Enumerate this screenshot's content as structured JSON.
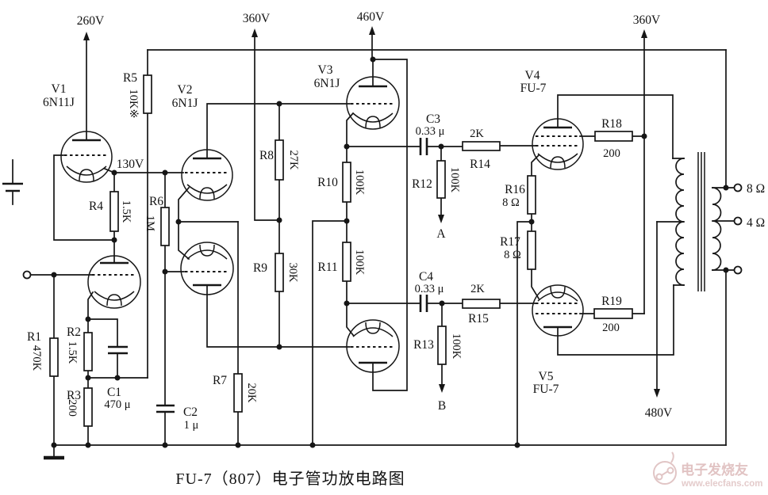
{
  "title": "FU-7（807）电子管功放电路图",
  "watermark": {
    "brand": "电子发烧友",
    "site": "www.elecfans.com"
  },
  "supplies": {
    "b260": "260V",
    "b360_left": "360V",
    "b460": "460V",
    "b360_right": "360V",
    "b480": "480V"
  },
  "node_labels": {
    "v1_cathode": "130V",
    "test_a": "A",
    "test_b": "B"
  },
  "output_taps": {
    "tap8": "8 Ω",
    "tap4": "4 Ω"
  },
  "tubes": {
    "v1": {
      "id": "V1",
      "model": "6N11J"
    },
    "v2": {
      "id": "V2",
      "model": "6N1J"
    },
    "v3": {
      "id": "V3",
      "model": "6N1J"
    },
    "v4": {
      "id": "V4",
      "model": "FU-7"
    },
    "v5": {
      "id": "V5",
      "model": "FU-7"
    }
  },
  "resistors": {
    "r1": {
      "id": "R1",
      "value": "470K"
    },
    "r2": {
      "id": "R2",
      "value": "1.5K"
    },
    "r3": {
      "id": "R3",
      "value": "200"
    },
    "r4": {
      "id": "R4",
      "value": "1.5K"
    },
    "r5": {
      "id": "R5",
      "value": "10K※"
    },
    "r6": {
      "id": "R6",
      "value": "1M"
    },
    "r7": {
      "id": "R7",
      "value": "20K"
    },
    "r8": {
      "id": "R8",
      "value": "27K"
    },
    "r9": {
      "id": "R9",
      "value": "30K"
    },
    "r10": {
      "id": "R10",
      "value": "100K"
    },
    "r11": {
      "id": "R11",
      "value": "100K"
    },
    "r12": {
      "id": "R12",
      "value": "100K"
    },
    "r13": {
      "id": "R13",
      "value": "100K"
    },
    "r14": {
      "id": "R14",
      "value": "2K"
    },
    "r15": {
      "id": "R15",
      "value": "2K"
    },
    "r16": {
      "id": "R16",
      "value": "8 Ω"
    },
    "r17": {
      "id": "R17",
      "value": "8 Ω"
    },
    "r18": {
      "id": "R18",
      "value": "200"
    },
    "r19": {
      "id": "R19",
      "value": "200"
    }
  },
  "capacitors": {
    "c1": {
      "id": "C1",
      "value": "470 μ"
    },
    "c2": {
      "id": "C2",
      "value": "1 μ"
    },
    "c3": {
      "id": "C3",
      "value": "0.33 μ"
    },
    "c4": {
      "id": "C4",
      "value": "0.33 μ"
    }
  }
}
